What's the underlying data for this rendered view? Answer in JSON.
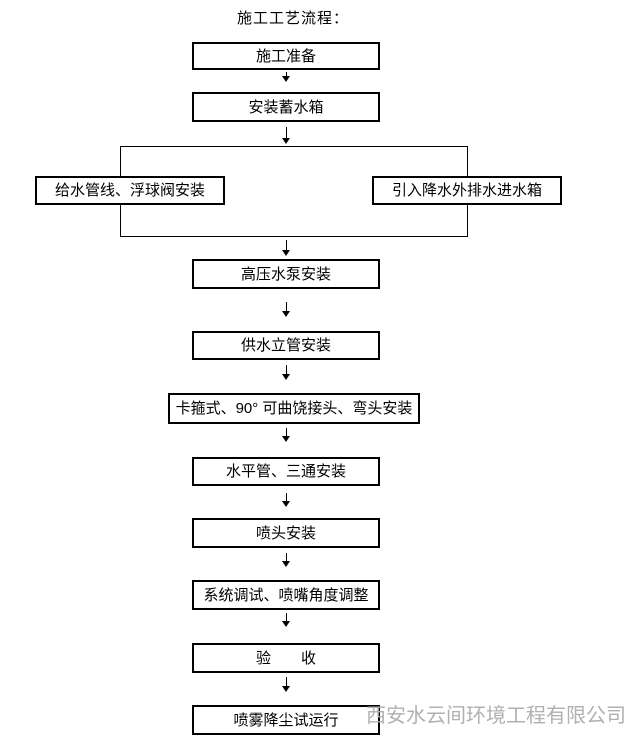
{
  "title": "施工工艺流程：",
  "flow": {
    "steps": [
      {
        "label": "施工准备"
      },
      {
        "label": "安装蓄水箱"
      },
      {
        "label": "给水管线、浮球阀安装"
      },
      {
        "label": "引入降水外排水进水箱"
      },
      {
        "label": "高压水泵安装"
      },
      {
        "label": "供水立管安装"
      },
      {
        "label": "卡箍式、90° 可曲饶接头、弯头安装"
      },
      {
        "label": "水平管、三通安装"
      },
      {
        "label": "喷头安装"
      },
      {
        "label": "系统调试、喷嘴角度调整"
      },
      {
        "label": "验　　收"
      },
      {
        "label": "喷雾降尘试运行"
      }
    ]
  },
  "watermark": {
    "text": "西安水云间环境工程有限公司"
  },
  "colors": {
    "background": "#ffffff",
    "line": "#000000",
    "box_border": "#000000",
    "watermark": "#b0b0b0"
  }
}
